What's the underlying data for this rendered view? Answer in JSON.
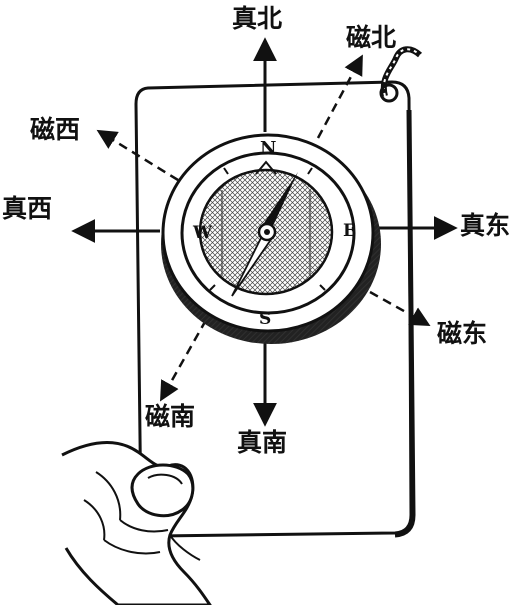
{
  "labels": {
    "true_north": "真北",
    "magnetic_north": "磁北",
    "magnetic_west": "磁西",
    "true_west": "真西",
    "true_east": "真东",
    "magnetic_east": "磁东",
    "magnetic_south": "磁南",
    "true_south": "真南"
  },
  "dial": {
    "north": "N",
    "south": "S",
    "east": "E",
    "west": "W"
  },
  "colors": {
    "ink": "#111111",
    "paper": "#ffffff",
    "shade": "#555555"
  }
}
